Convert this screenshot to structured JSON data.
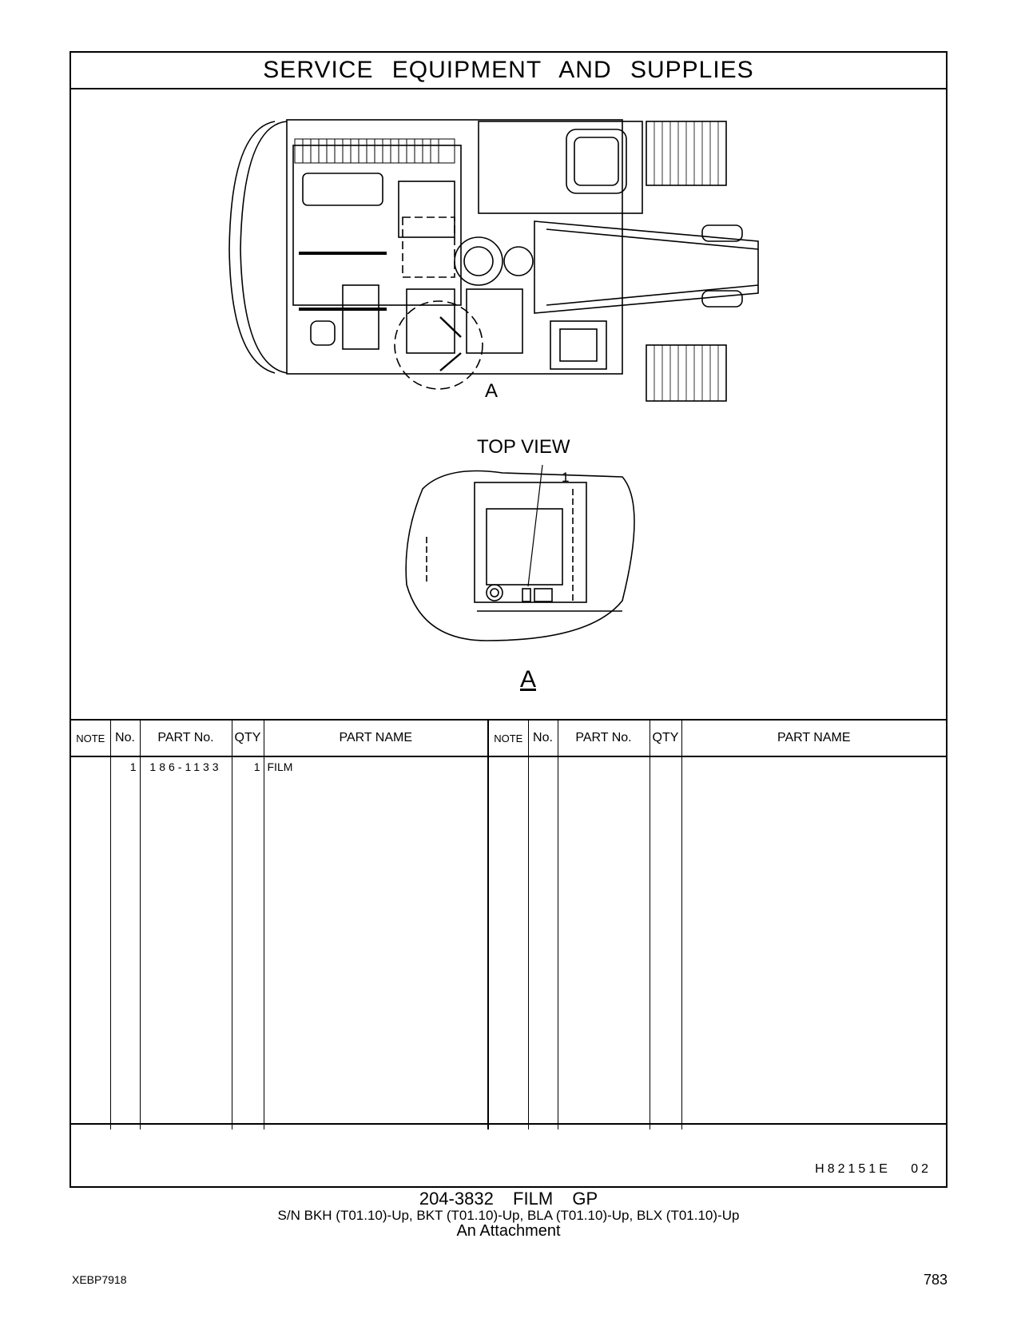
{
  "header": {
    "title": "SERVICE EQUIPMENT AND SUPPLIES"
  },
  "drawing": {
    "view_label": "TOP VIEW",
    "callout_number": "1",
    "detail_label": "A",
    "detail_marker": "A"
  },
  "table": {
    "columns": [
      "NOTE",
      "No.",
      "PART No.",
      "QTY",
      "PART NAME"
    ],
    "rows_left": [
      {
        "note": "",
        "no": "1",
        "part_no": "186-1133",
        "qty": "1",
        "part_name": "FILM"
      }
    ]
  },
  "footer": {
    "illustration_code": "H82151E   02",
    "group_title": "204-3832  FILM  GP",
    "serials": "S/N BKH (T01.10)-Up, BKT (T01.10)-Up, BLA (T01.10)-Up, BLX (T01.10)-Up",
    "attachment": "An Attachment",
    "doc_id": "XEBP7918",
    "page_number": "783"
  }
}
